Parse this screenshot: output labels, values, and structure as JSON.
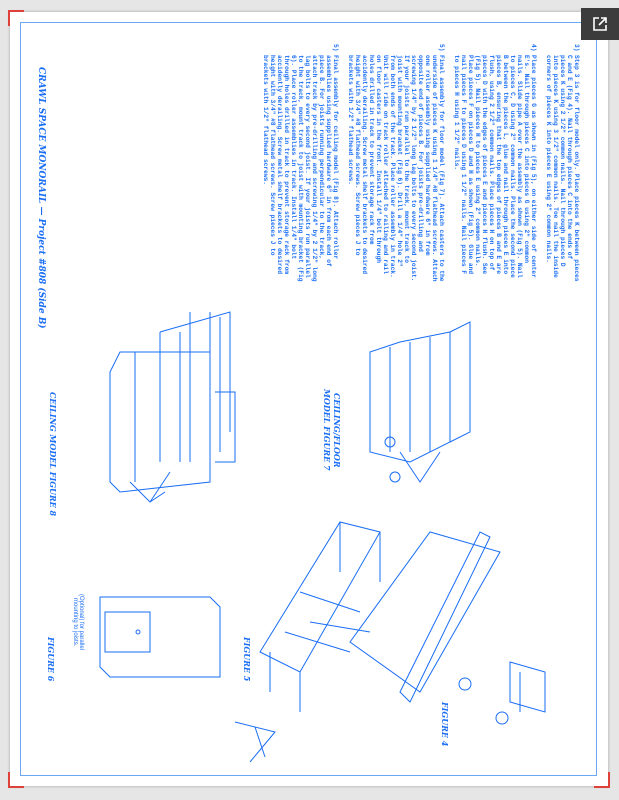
{
  "document": {
    "title": "CRAWL SPACE MONORAIL — Project #808 (Side B)",
    "steps": [
      {
        "num": "3)",
        "text": "Step 3 is for floor model only. Place pieces K between pieces C and E (Fig 4). Nail through pieces C into the ends of pieces K using 2 1/2\" common nails. Nail through pieces D into pieces K using 3 1/2\" common nails. Toe nail the inside corners of pieces K into pieces E using 2\" common nails."
      },
      {
        "num": "4)",
        "text": "Place pieces G as shown in (Fig 5), on either side of center E's. Nail through pieces C into pieces G using 2\" common nails. Slide pipe A over the assembly as shown (Fig 5). Nail to pieces C, D using 2\" common nails. Place the second piece B between the pieces L, glue and nail through pieces E into pieces B, ensuring that the top edges of pieces B and E are flush, using 2 1/2\" common nails. Place pieces H on top of pieces D with the edges of pieces E and pieces H flush. See (Fig 5). Nail pieces H to pieces E using 2\" common nails. Place pieces F on pieces D and H as shown (Fig 5). Glue and nail pieces F to pieces D using 1 1/2\" nails. Nail pieces F to pieces H using 1 1/2\" nails."
      },
      {
        "num": "5)",
        "text": "Final assembly for floor model (Fig 7). Attach casters to the underside of pieces K using 1 1/4\" #8 flathead screws. Attach one roller assembly using supplied hardware 6\" in from opposite end of pieces B. For joists pre-drilling and screwing 1/4\" by 2 1/2\" long lag bolts to every second joist. If your joists run parallel to the track, mount track to joist with mounting bracket (Fig 6). Drill a 1/4\" hole 2\" from both ends of the track. Place roller assembly in track. Unit will ride on track roller attached to railing and rail on floor casters in the front. Install 1/4\" bolt through holes drilled in track to prevent storage rack from accidently derailing. Screw metal shelf brackets to desired height with 3/4\" #8 flathead screws. Screw pieces J to brackets with 1/2\" flathead screws."
      },
      {
        "num": "5)",
        "text": "Final assembly for ceiling model (Fig 8). Attach roller assemblies using supplied hardware 6\" in from each end of piece B. For joists running perpendicular to the track, attach track by pre-drilling and screwing 1/4\" by 2 1/2\" long lag bolts to every second joist. If your joists run parallel to the track, mount track to joist with mounting bracket (Fig 6). Place roller assemblies in track. Install 1/4\" bolt through holes drilled in track to prevent storage rack from accidently derailing. Screw metal shelf brackets to desired height with 3/4\" #8 flathead screws. Screw pieces J to brackets with 1/2\" flathead screws."
      }
    ],
    "figures": {
      "fig4": "FIGURE 4",
      "fig5": "FIGURE 5",
      "fig6": "FIGURE 6",
      "fig6_note": "(Optional) for parallel mounting to joists.",
      "fig7": "CEILING/FLOOR MODEL FIGURE 7",
      "fig8": "CEILING MODEL FIGURE 8"
    }
  },
  "viewer": {
    "open_external": "open-in-new-window"
  }
}
